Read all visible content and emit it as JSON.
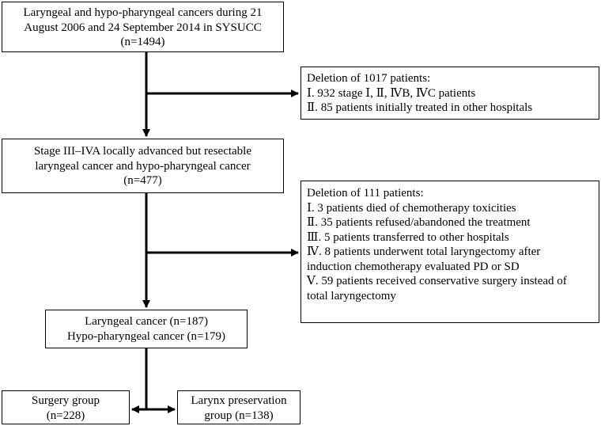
{
  "diagram": {
    "box_initial": {
      "lines": [
        "Laryngeal and hypo-pharyngeal cancers during 21",
        "August 2006 and 24 September 2014 in SYSUCC",
        "(n=1494)"
      ]
    },
    "box_exclusion1": {
      "lines": [
        "Deletion of  1017 patients:",
        "Ⅰ. 932 stage  Ⅰ, Ⅱ, ⅣB, ⅣC patients",
        "Ⅱ. 85 patients initially treated in other hospitals"
      ]
    },
    "box_stage": {
      "lines": [
        "Stage III–IVA locally advanced but resectable",
        "laryngeal cancer and hypo-pharyngeal cancer",
        "(n=477)"
      ]
    },
    "box_exclusion2": {
      "lines": [
        "Deletion of 111 patients:",
        "Ⅰ. 3 patients died of chemotherapy toxicities",
        "Ⅱ. 35 patients refused/abandoned the treatment",
        "Ⅲ. 5 patients transferred to other hospitals",
        "Ⅳ. 8 patients underwent total laryngectomy after",
        "induction chemotherapy evaluated PD or SD",
        "Ⅴ. 59 patients received conservative surgery instead of",
        "total laryngectomy"
      ]
    },
    "box_cancer_type": {
      "lines": [
        "Laryngeal cancer (n=187)",
        "Hypo-pharyngeal cancer (n=179)"
      ]
    },
    "box_surgery": {
      "lines": [
        "Surgery group",
        "(n=228)"
      ]
    },
    "box_preservation": {
      "lines": [
        "Larynx preservation",
        "group (n=138)"
      ]
    }
  }
}
